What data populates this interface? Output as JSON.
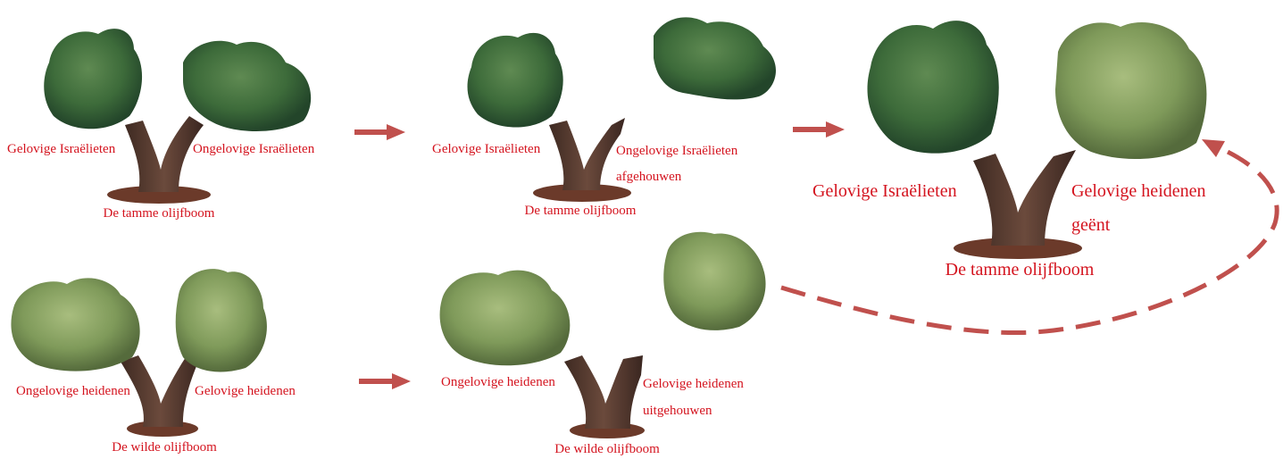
{
  "colors": {
    "label": "#d4141f",
    "arrow": "#c0504d",
    "trunk": "#5a3a2a",
    "soil": "#6b3a2a",
    "tame_foliage": "#3d6b3a",
    "wild_foliage": "#7f9a5a"
  },
  "panels": {
    "tame": {
      "left_label": "Gelovige Israëlieten",
      "right_label": "Ongelovige Israëlieten",
      "base_label": "De tamme olijfboom"
    },
    "tame_cut": {
      "left_label": "Gelovige Israëlieten",
      "right_label_line1": "Ongelovige Israëlieten",
      "right_label_line2": "afgehouwen",
      "base_label": "De tamme olijfboom"
    },
    "tame_grafted": {
      "left_label": "Gelovige Israëlieten",
      "right_label_line1": "Gelovige heidenen",
      "right_label_line2": "geënt",
      "base_label": "De tamme olijfboom"
    },
    "wild": {
      "left_label": "Ongelovige heidenen",
      "right_label": "Gelovige heidenen",
      "base_label": "De wilde olijfboom"
    },
    "wild_cut": {
      "left_label": "Ongelovige heidenen",
      "right_label_line1": "Gelovige heidenen",
      "right_label_line2": "uitgehouwen",
      "base_label": "De wilde olijfboom"
    }
  },
  "icons": [
    "olive-tree-icon",
    "arrow-right-icon",
    "dashed-curved-arrow-icon"
  ]
}
